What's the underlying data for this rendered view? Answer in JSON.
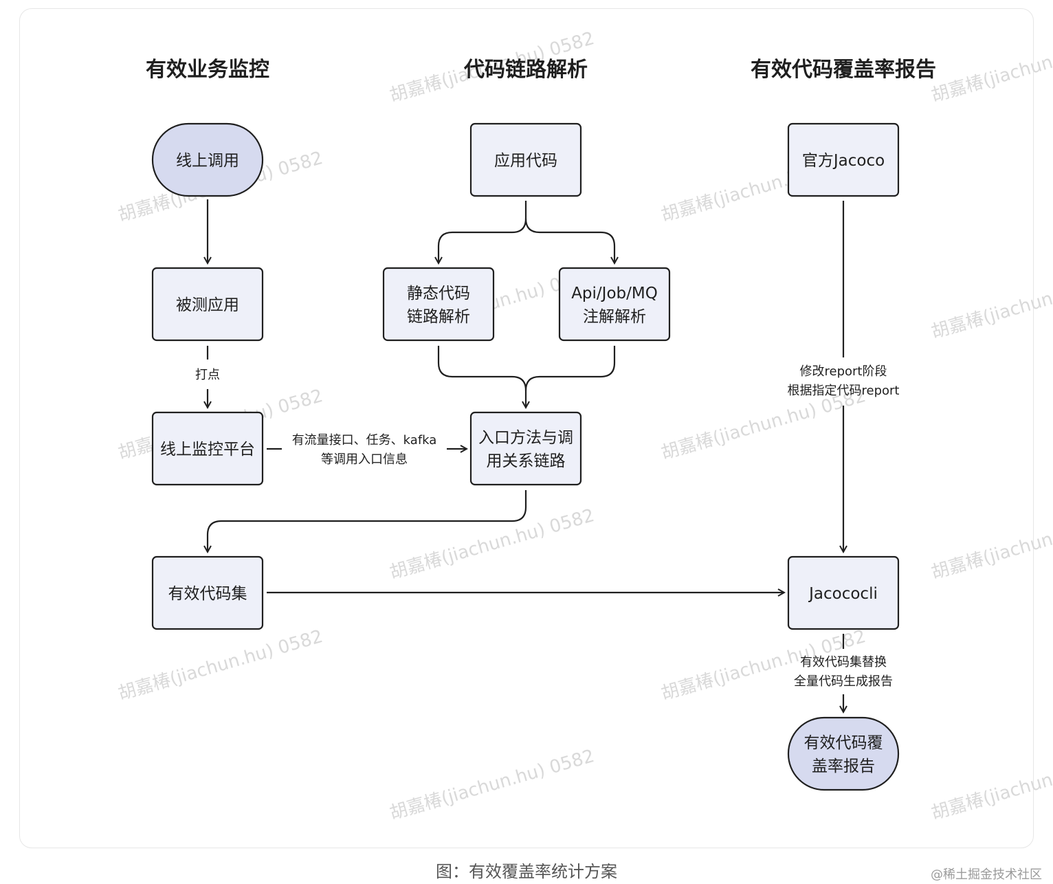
{
  "columns": [
    "有效业务监控",
    "代码链路解析",
    "有效代码覆盖率报告"
  ],
  "nodes": {
    "online_call": "线上调用",
    "app_under_test": "被测应用",
    "monitor_platform": "线上监控平台",
    "effective_code_set": "有效代码集",
    "app_code": "应用代码",
    "static_chain_l1": "静态代码",
    "static_chain_l2": "链路解析",
    "annotation_l1": "Api/Job/MQ",
    "annotation_l2": "注解解析",
    "entry_l1": "入口方法与调",
    "entry_l2": "用关系链路",
    "jacoco": "官方Jacoco",
    "jacococli": "Jacococli",
    "report_l1": "有效代码覆",
    "report_l2": "盖率报告"
  },
  "edges": {
    "tracking": "打点",
    "entry_info_l1": "有流量接口、任务、kafka",
    "entry_info_l2": "等调用入口信息",
    "modify_l1": "修改report阶段",
    "modify_l2": "根据指定代码report",
    "replace_l1": "有效代码集替换",
    "replace_l2": "全量代码生成报告"
  },
  "watermark": "胡嘉椿(jiachun.hu) 0582",
  "caption": "图：有效覆盖率统计方案",
  "site_mark": "@稀土掘金技术社区",
  "colors": {
    "node_fill": "#eef0f9",
    "terminal_fill": "#d6daef",
    "stroke": "#1f1f1f"
  }
}
